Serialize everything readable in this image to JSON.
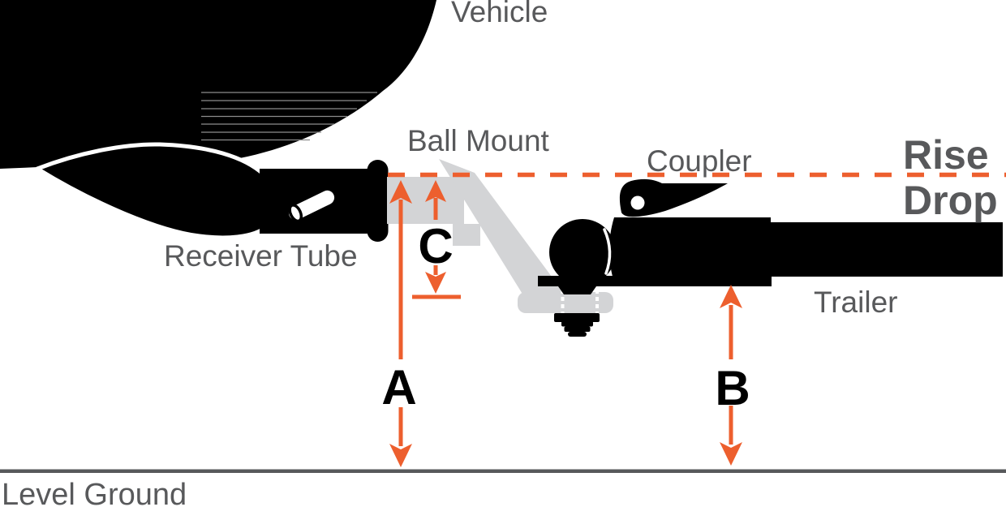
{
  "labels": {
    "vehicle": "Vehicle",
    "ball_mount": "Ball Mount",
    "coupler": "Coupler",
    "rise": "Rise",
    "drop": "Drop",
    "receiver_tube": "Receiver Tube",
    "trailer": "Trailer",
    "level_ground": "Level Ground"
  },
  "measurements": {
    "a": "A",
    "b": "B",
    "c": "C"
  },
  "colors": {
    "accent_orange": "#ED5F2E",
    "label_gray": "#58595B",
    "mount_gray": "#D3D4D6",
    "silhouette_black": "#000000"
  }
}
